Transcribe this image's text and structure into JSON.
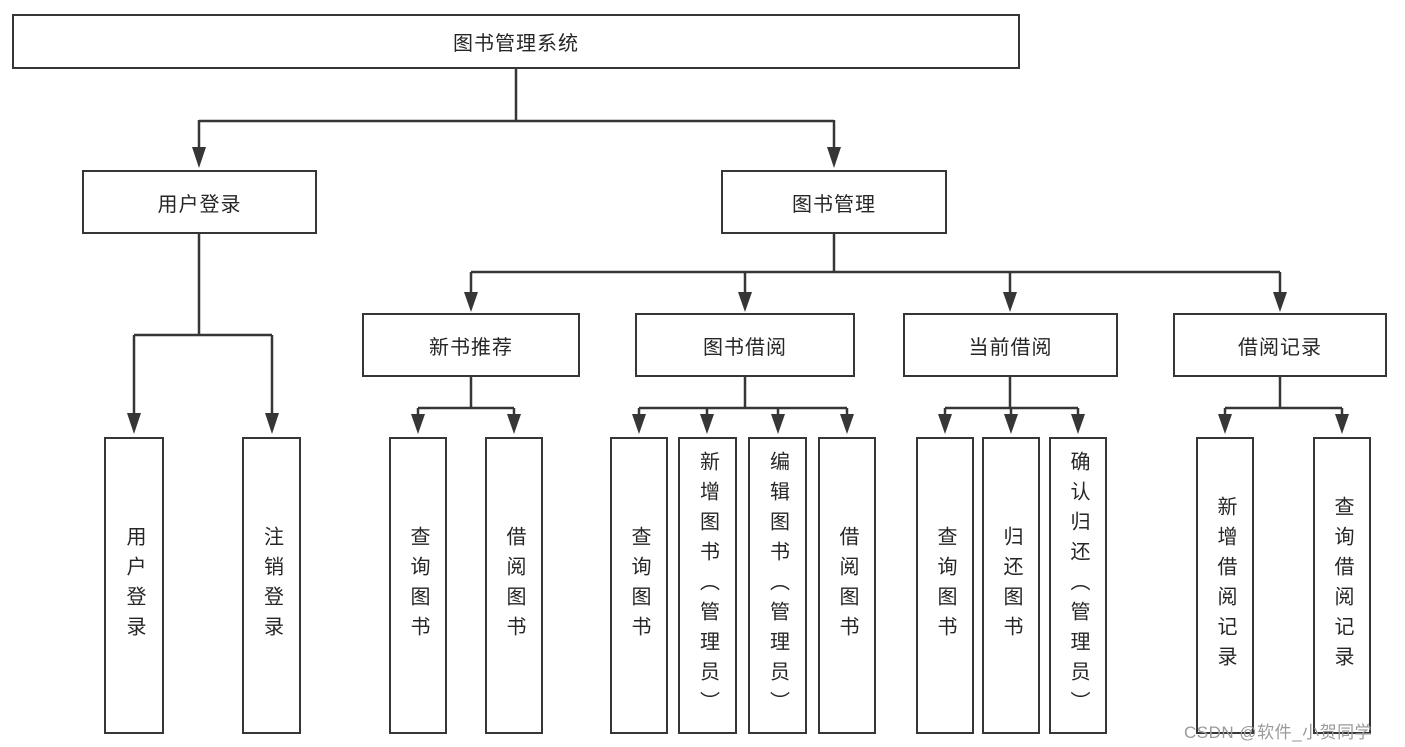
{
  "diagram": {
    "type": "hierarchy-tree",
    "colors": {
      "line": "#363636",
      "box_border": "#363636",
      "text": "#262626",
      "background": "#ffffff",
      "watermark_text": "#9a9a9a"
    },
    "tree": {
      "root": {
        "label": "图书管理系统"
      },
      "level2": [
        {
          "label": "用户登录",
          "children": [
            "用户登录",
            "注销登录"
          ]
        },
        {
          "label": "图书管理",
          "groups": [
            {
              "label": "新书推荐",
              "children": [
                "查询图书",
                "借阅图书"
              ]
            },
            {
              "label": "图书借阅",
              "children": [
                "查询图书",
                "新增图书（管理员）",
                "编辑图书（管理员）",
                "借阅图书"
              ]
            },
            {
              "label": "当前借阅",
              "children": [
                "查询图书",
                "归还图书",
                "确认归还（管理员）"
              ]
            },
            {
              "label": "借阅记录",
              "children": [
                "新增借阅记录",
                "查询借阅记录"
              ]
            }
          ]
        }
      ]
    },
    "watermark": {
      "text": "CSDN @软件_小贺同学"
    }
  }
}
